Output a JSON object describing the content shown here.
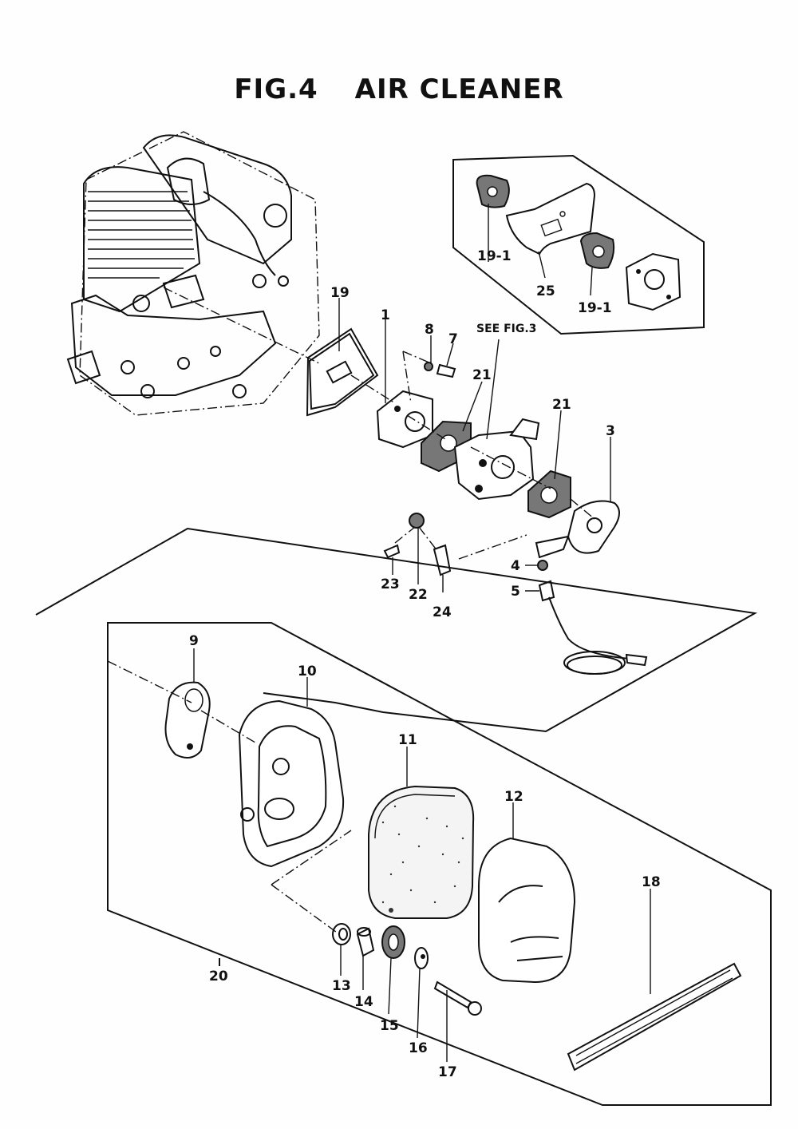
{
  "title": {
    "fig": "FIG.4",
    "name": "AIR CLEANER"
  },
  "reference": "SEE FIG.3",
  "parts": {
    "p1": "1",
    "p3": "3",
    "p4": "4",
    "p5": "5",
    "p7": "7",
    "p8": "8",
    "p9": "9",
    "p10": "10",
    "p11": "11",
    "p12": "12",
    "p13": "13",
    "p14": "14",
    "p15": "15",
    "p16": "16",
    "p17": "17",
    "p18": "18",
    "p19": "19",
    "p19_1a": "19-1",
    "p19_1b": "19-1",
    "p20": "20",
    "p21a": "21",
    "p21b": "21",
    "p22": "22",
    "p23": "23",
    "p24": "24",
    "p25": "25"
  }
}
